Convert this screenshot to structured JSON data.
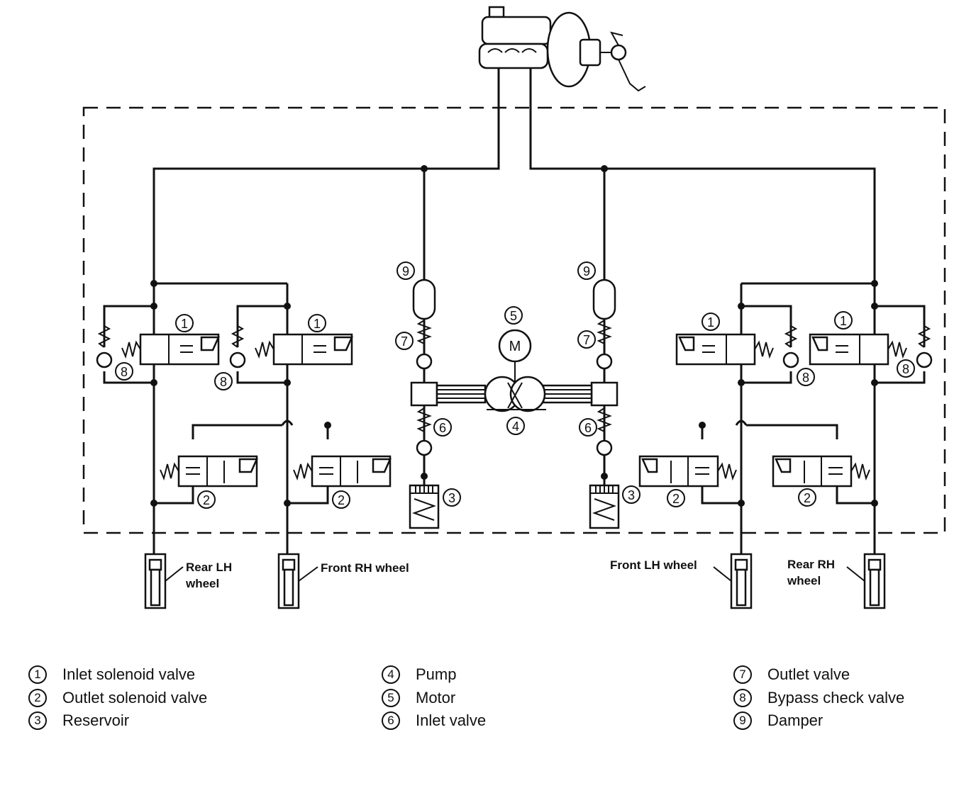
{
  "motor_letter": "M",
  "wheels": {
    "rear_lh": [
      "Rear LH",
      "wheel"
    ],
    "front_rh": "Front RH wheel",
    "front_lh": "Front LH wheel",
    "rear_rh": [
      "Rear RH",
      "wheel"
    ]
  },
  "legend": [
    {
      "num": "1",
      "label": "Inlet solenoid valve"
    },
    {
      "num": "2",
      "label": "Outlet solenoid valve"
    },
    {
      "num": "3",
      "label": "Reservoir"
    },
    {
      "num": "4",
      "label": "Pump"
    },
    {
      "num": "5",
      "label": "Motor"
    },
    {
      "num": "6",
      "label": "Inlet valve"
    },
    {
      "num": "7",
      "label": "Outlet valve"
    },
    {
      "num": "8",
      "label": "Bypass check valve"
    },
    {
      "num": "9",
      "label": "Damper"
    }
  ]
}
